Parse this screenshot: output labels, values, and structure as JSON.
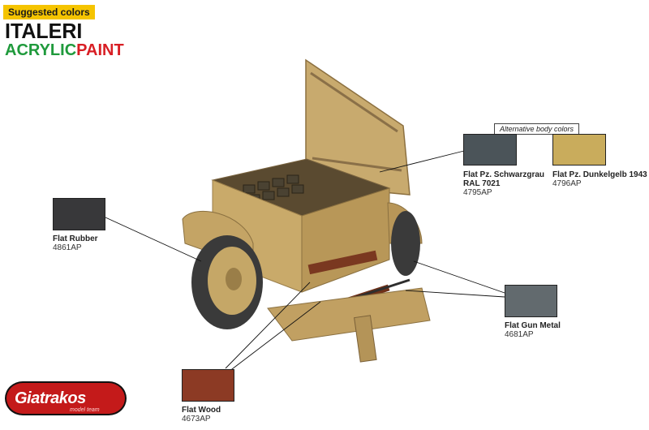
{
  "header": {
    "suggested": "Suggested colors",
    "brand": "ITALERI",
    "paint_parts": [
      "ACRYLIC",
      "PAINT"
    ]
  },
  "alternative": "Alternative body colors",
  "colors": {
    "rubber": {
      "name": "Flat Rubber",
      "code": "4861AP",
      "hex": "#38383a"
    },
    "schwarz": {
      "name": "Flat Pz. Schwarzgrau",
      "name2": "RAL 7021",
      "code": "4795AP",
      "hex": "#4b5459"
    },
    "dunkel": {
      "name": "Flat Pz. Dunkelgelb 1943",
      "code": "4796AP",
      "hex": "#c9ac5c"
    },
    "gunmetal": {
      "name": "Flat Gun Metal",
      "code": "4681AP",
      "hex": "#626a6e"
    },
    "wood": {
      "name": "Flat Wood",
      "code": "4673AP",
      "hex": "#8c3a24"
    }
  },
  "logo": {
    "text": "Giatrakos",
    "sub": "model team"
  },
  "accent": {
    "yellow": "#f5c400",
    "green": "#1f9a3c",
    "red": "#d81e24"
  }
}
